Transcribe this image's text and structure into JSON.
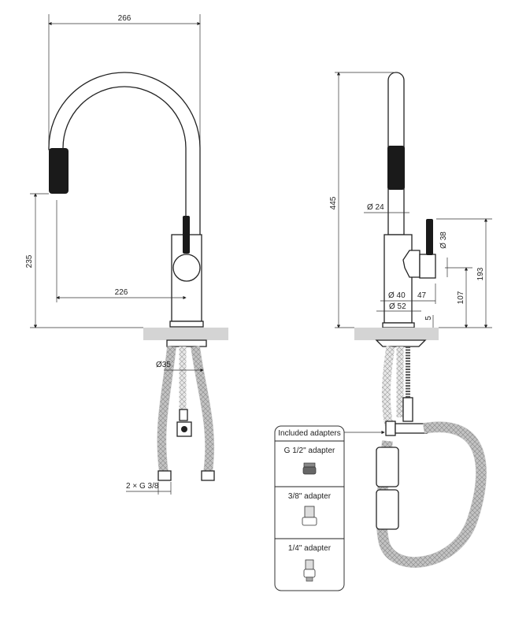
{
  "front_view": {
    "dim_width": "266",
    "dim_height": "235",
    "dim_reach": "226",
    "dim_hole": "Ø35",
    "dim_connections": "2 × G 3/8"
  },
  "side_view": {
    "dim_total_height": "445",
    "dim_spout_dia": "Ø 24",
    "dim_handle_dia": "Ø 38",
    "dim_handle_height": "193",
    "dim_lever_height": "107",
    "dim_body_dia": "Ø 40",
    "dim_lever_depth": "47",
    "dim_base_dia": "Ø 52",
    "dim_base_thickness": "5"
  },
  "adapters": {
    "title": "Included adapters",
    "items": [
      {
        "label": "G 1/2\" adapter"
      },
      {
        "label": "3/8\" adapter"
      },
      {
        "label": "1/4\" adapter"
      }
    ]
  },
  "colors": {
    "countertop": "#d4d4d4",
    "grip": "#1a1a1a",
    "line": "#222222"
  }
}
